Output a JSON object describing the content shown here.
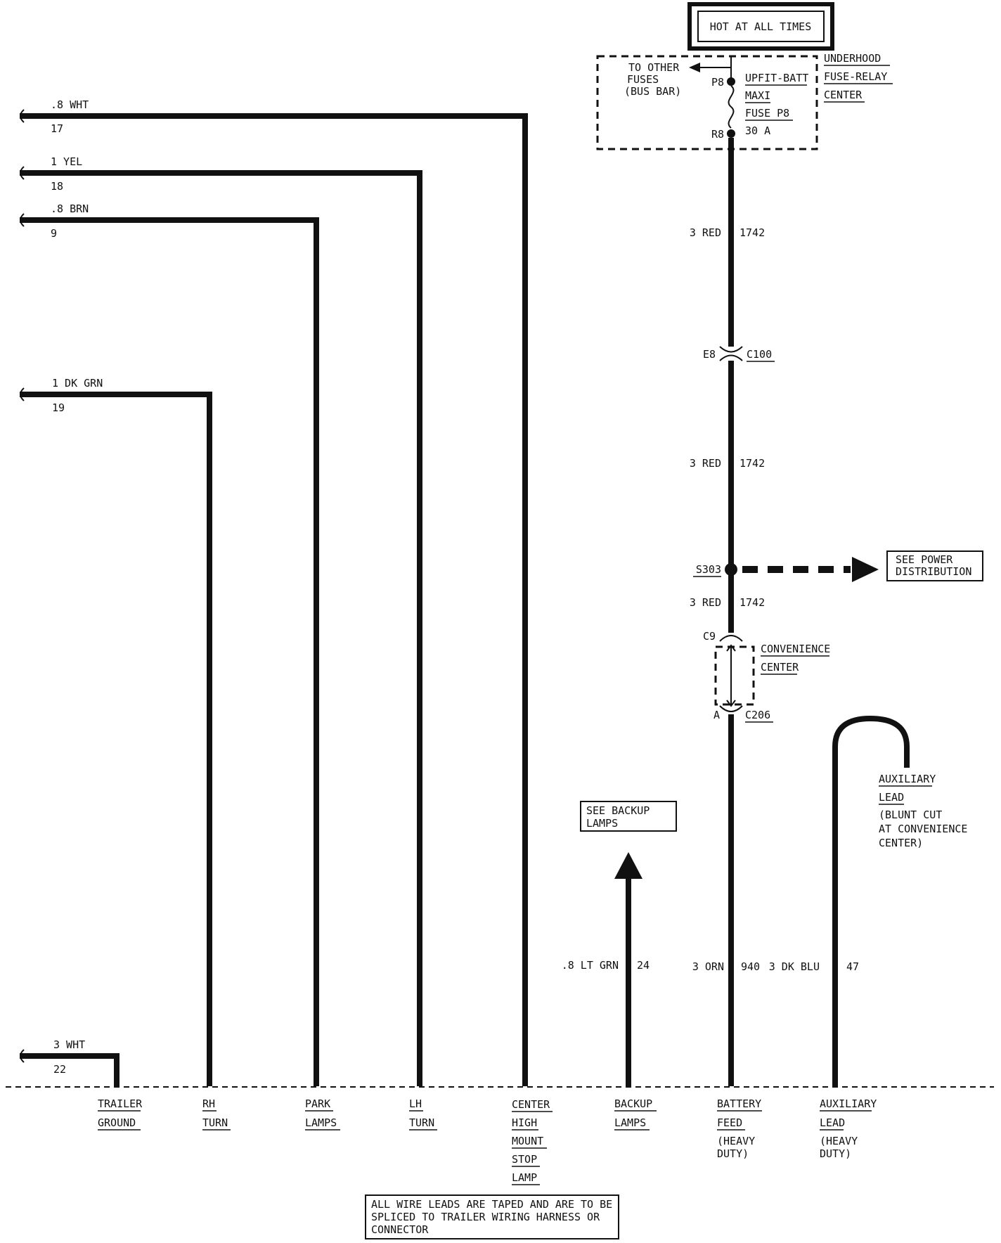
{
  "colors": {
    "ink": "#111111",
    "paper": "#ffffff"
  },
  "header": {
    "hot_label": "HOT AT ALL TIMES"
  },
  "fuse_center": {
    "other_fuses": [
      "TO OTHER",
      "FUSES",
      "(BUS BAR)"
    ],
    "pin_top": "P8",
    "pin_bottom": "R8",
    "fuse_lines": [
      "UPFIT-BATT",
      "MAXI",
      "FUSE P8",
      "30 A"
    ],
    "center_name": [
      "UNDERHOOD",
      "FUSE-RELAY",
      "CENTER"
    ]
  },
  "feed": {
    "seg1": {
      "gauge": "3 RED",
      "circuit": "1742"
    },
    "c100": {
      "pin": "E8",
      "name": "C100"
    },
    "seg2": {
      "gauge": "3 RED",
      "circuit": "1742"
    },
    "splice": {
      "name": "S303",
      "ref": [
        "SEE POWER",
        "DISTRIBUTION"
      ]
    },
    "seg3": {
      "gauge": "3 RED",
      "circuit": "1742"
    },
    "c9": {
      "pin": "C9"
    },
    "conv_center": [
      "CONVENIENCE",
      "CENTER"
    ],
    "c206": {
      "pin": "A",
      "name": "C206"
    }
  },
  "left_wires": [
    {
      "gauge": ".8 WHT",
      "circuit": "17"
    },
    {
      "gauge": "1 YEL",
      "circuit": "18"
    },
    {
      "gauge": ".8 BRN",
      "circuit": "9"
    },
    {
      "gauge": "1 DK GRN",
      "circuit": "19"
    },
    {
      "gauge": "3 WHT",
      "circuit": "22"
    }
  ],
  "backup": {
    "ref": [
      "SEE BACKUP",
      "LAMPS"
    ],
    "gauge": ".8 LT GRN",
    "circuit": "24"
  },
  "battery_wire": {
    "gauge": "3 ORN",
    "circuit": "940"
  },
  "aux_wire": {
    "gauge": "3 DK BLU",
    "circuit": "47",
    "label": [
      "AUXILIARY",
      "LEAD"
    ],
    "note": [
      "(BLUNT CUT",
      "AT CONVENIENCE",
      "CENTER)"
    ]
  },
  "bottom_labels": [
    {
      "lines": [
        "TRAILER",
        "GROUND"
      ]
    },
    {
      "lines": [
        "RH",
        "TURN"
      ]
    },
    {
      "lines": [
        "PARK",
        "LAMPS"
      ]
    },
    {
      "lines": [
        "LH",
        "TURN"
      ]
    },
    {
      "lines": [
        "CENTER",
        "HIGH",
        "MOUNT",
        "STOP",
        "LAMP"
      ]
    },
    {
      "lines": [
        "BACKUP",
        "LAMPS"
      ]
    },
    {
      "lines": [
        "BATTERY",
        "FEED"
      ],
      "sub": [
        "(HEAVY",
        "DUTY)"
      ]
    },
    {
      "lines": [
        "AUXILIARY",
        "LEAD"
      ],
      "sub": [
        "(HEAVY",
        "DUTY)"
      ]
    }
  ],
  "footer_note": [
    "ALL WIRE LEADS ARE TAPED AND ARE TO BE",
    "SPLICED TO TRAILER WIRING HARNESS OR",
    "CONNECTOR"
  ]
}
